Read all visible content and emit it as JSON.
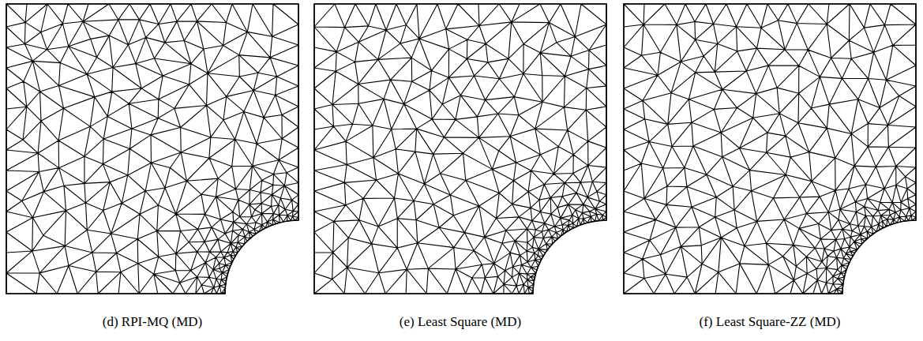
{
  "diagram": {
    "labels": [
      "(d) RPI-MQ (MD)",
      "(e) Least Square (MD)",
      "(f) Least Square-ZZ (MD)"
    ]
  }
}
